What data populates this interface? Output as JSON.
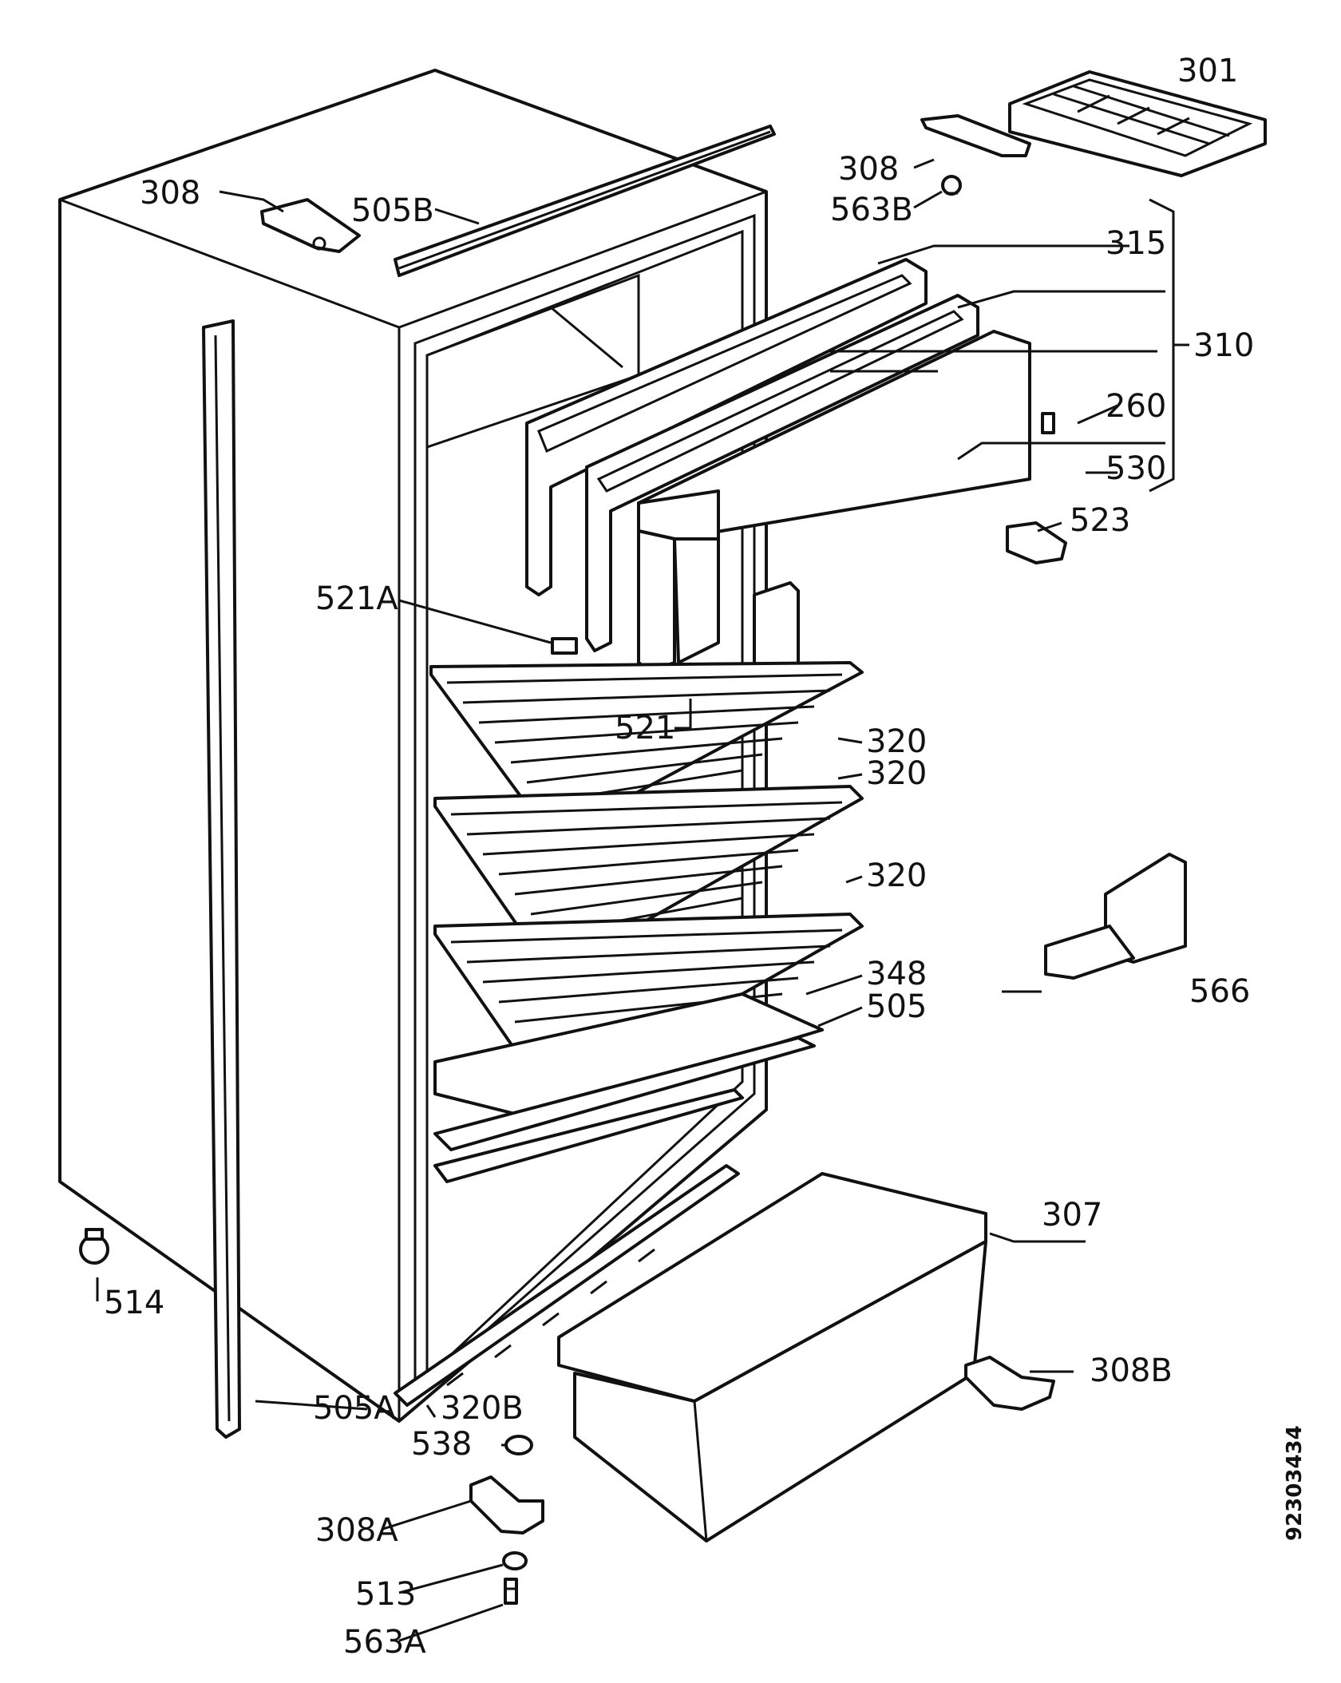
{
  "document_number": "92303434",
  "labels": {
    "l301": "301",
    "l308_top_left": "308",
    "l505B": "505B",
    "l308_top_right": "308",
    "l563B": "563B",
    "l315": "315",
    "l310": "310",
    "l260": "260",
    "l530": "530",
    "l523": "523",
    "l521A": "521A",
    "l521": "521",
    "l320_a": "320",
    "l320_b": "320",
    "l320_c": "320",
    "l566": "566",
    "l348": "348",
    "l505": "505",
    "l307": "307",
    "l514": "514",
    "l308B": "308B",
    "l505A": "505A",
    "l320B": "320B",
    "l538": "538",
    "l308A": "308A",
    "l513": "513",
    "l563A": "563A"
  }
}
